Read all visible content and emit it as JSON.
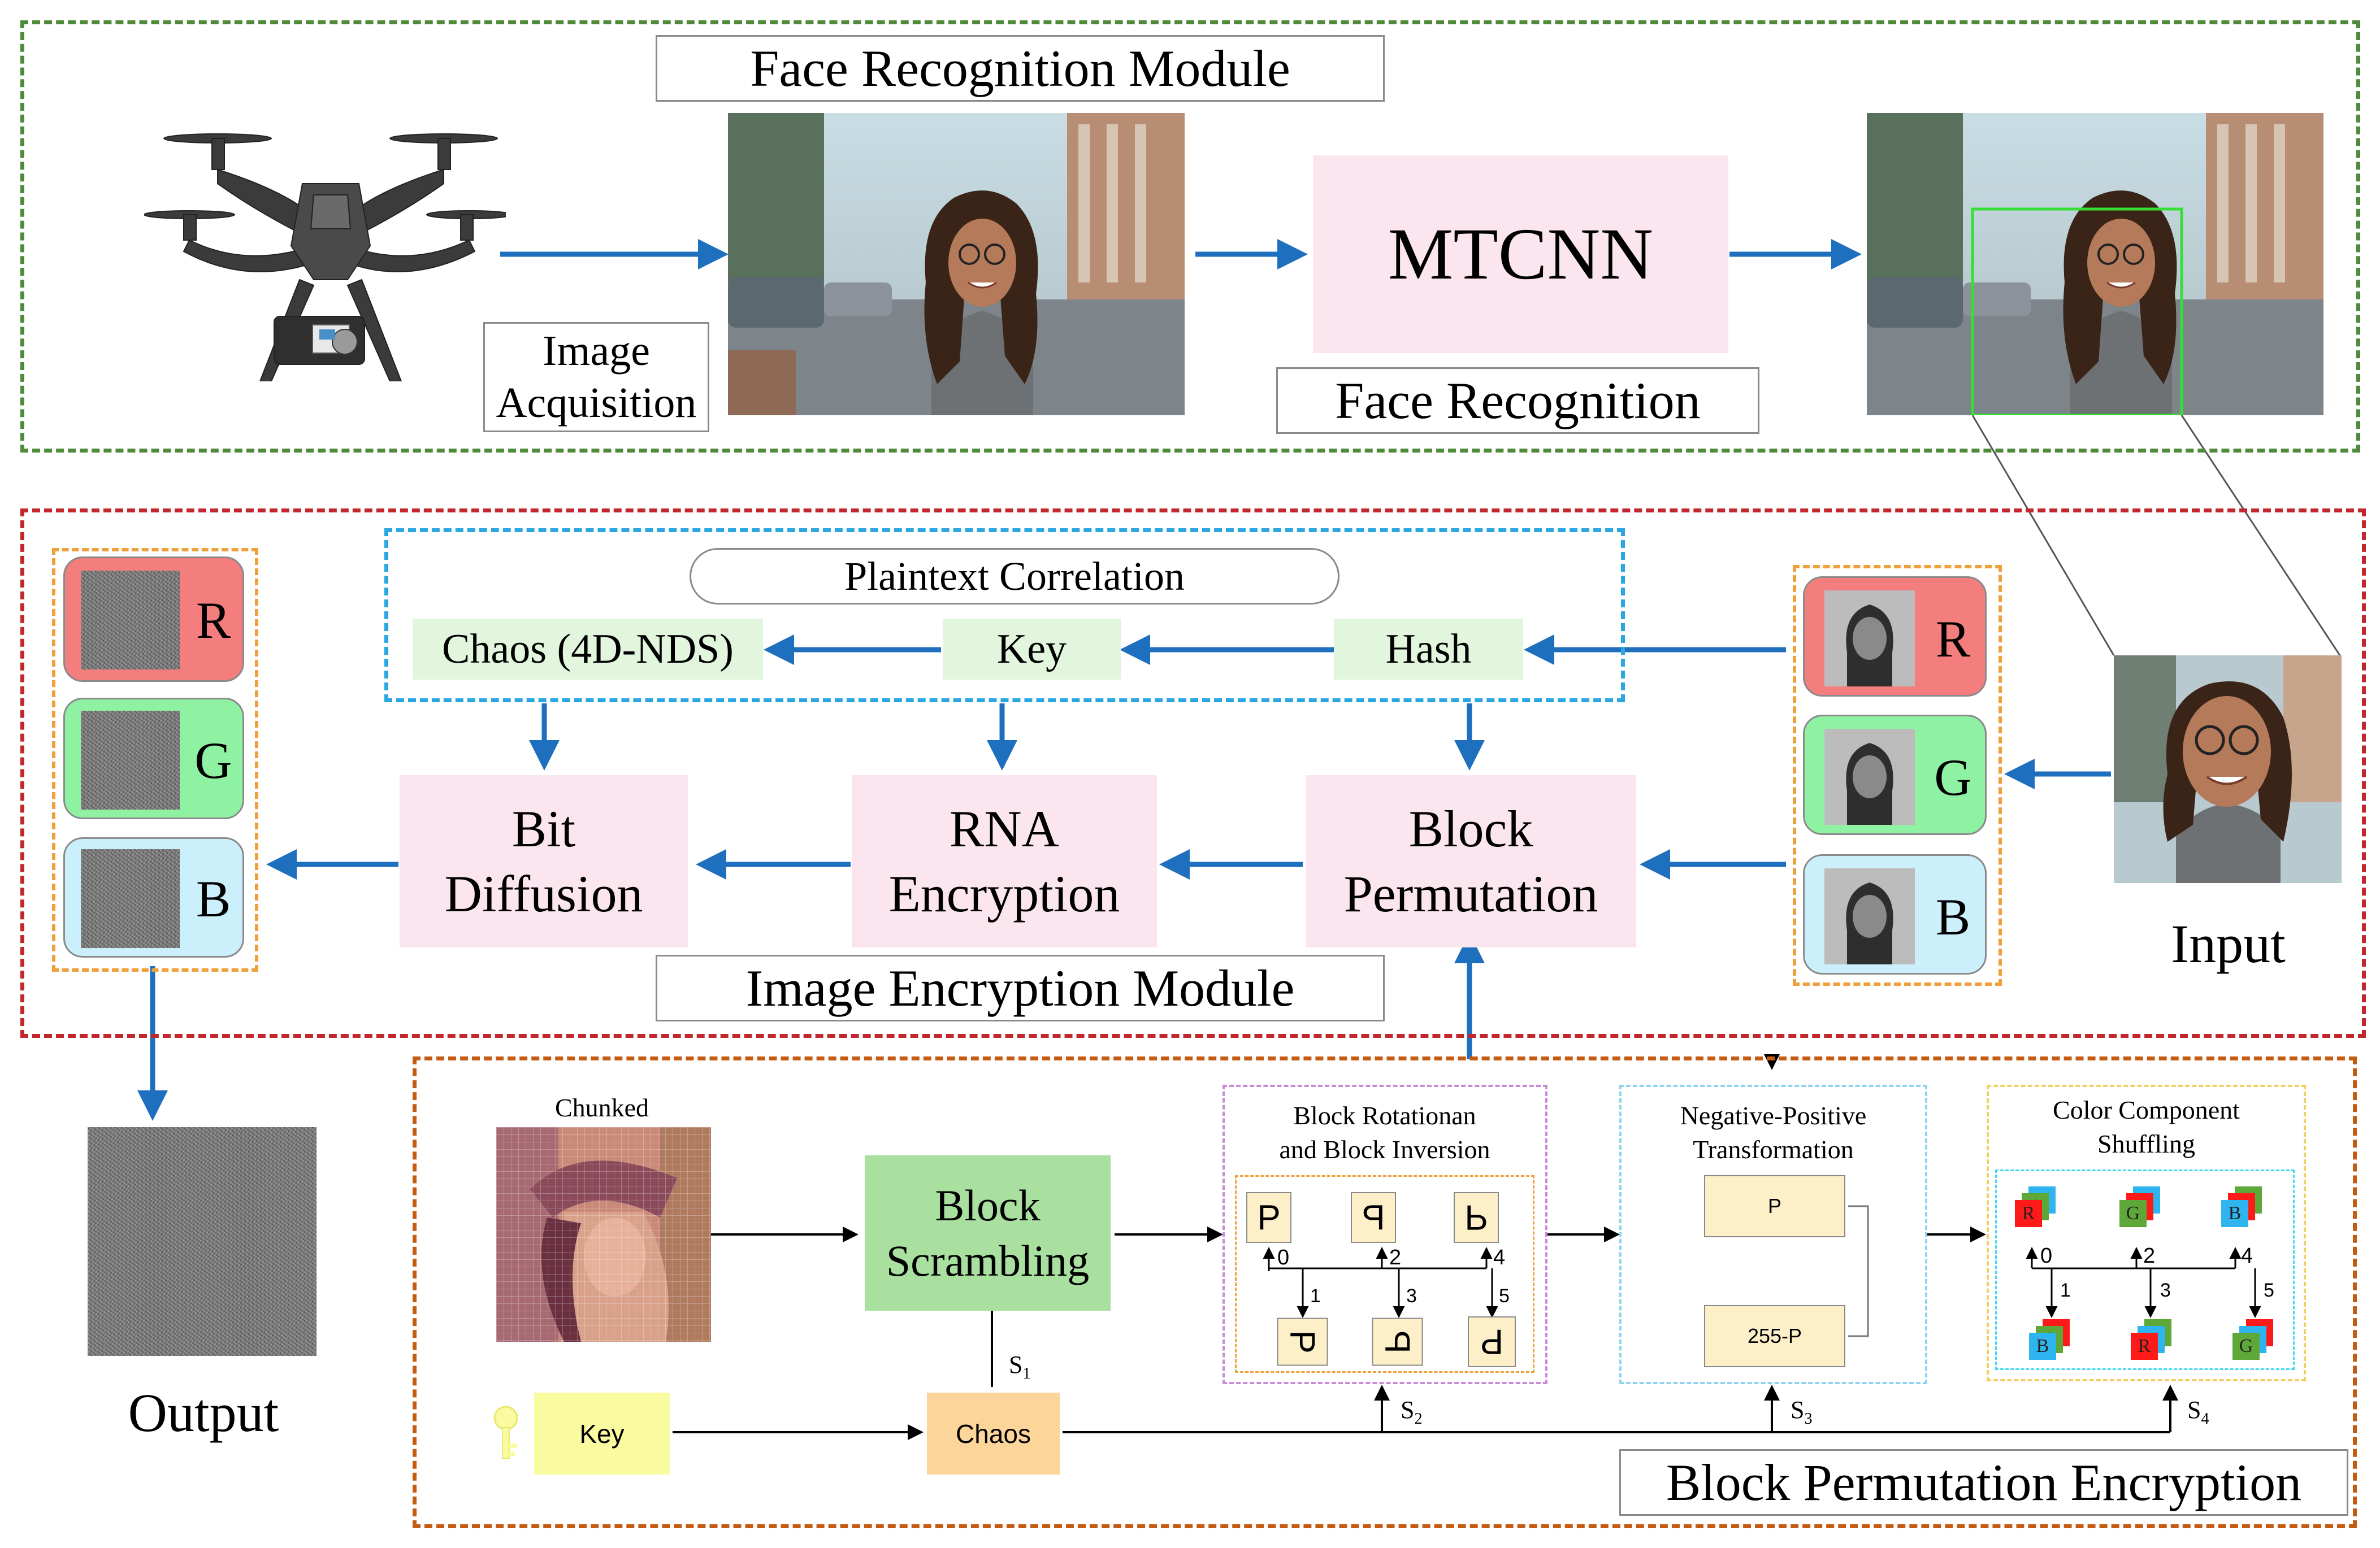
{
  "face_module": {
    "title": "Face Recognition Module",
    "image_acquisition_label_line1": "Image",
    "image_acquisition_label_line2": "Acquisition",
    "mtcnn_label": "MTCNN",
    "face_recognition_label": "Face Recognition"
  },
  "encryption_module": {
    "title": "Image Encryption Module",
    "plaintext_correlation": "Plaintext Correlation",
    "chaos_label": "Chaos (4D-NDS)",
    "key_label": "Key",
    "hash_label": "Hash",
    "bit_diffusion_line1": "Bit",
    "bit_diffusion_line2": "Diffusion",
    "rna_line1": "RNA",
    "rna_line2": "Encryption",
    "block_perm_line1": "Block",
    "block_perm_line2": "Permutation",
    "channels": [
      "R",
      "G",
      "B"
    ],
    "input_label": "Input",
    "output_label": "Output"
  },
  "block_perm_encryption": {
    "title": "Block Permutation Encryption",
    "chunked_label": "Chunked",
    "block_scrambling_line1": "Block",
    "block_scrambling_line2": "Scrambling",
    "key_label": "Key",
    "chaos_label": "Chaos",
    "rotation_title_line1": "Block Rotationan",
    "rotation_title_line2": "and Block Inversion",
    "rotation_top_glyphs": [
      "P",
      "P",
      "P"
    ],
    "rotation_bottom_glyphs": [
      "P",
      "P",
      "P"
    ],
    "rotation_top_numbers": [
      "0",
      "2",
      "4"
    ],
    "rotation_bottom_numbers": [
      "1",
      "3",
      "5"
    ],
    "negpos_title_line1": "Negative-Positive",
    "negpos_title_line2": "Transformation",
    "negpos_p": "P",
    "negpos_255p": "255-P",
    "color_title_line1": "Color Component",
    "color_title_line2": "Shuffling",
    "color_top_numbers": [
      "0",
      "2",
      "4"
    ],
    "color_bottom_numbers": [
      "1",
      "3",
      "5"
    ],
    "color_letters": [
      "R",
      "G",
      "B"
    ],
    "s_labels": [
      "S",
      "S",
      "S",
      "S"
    ],
    "s_subscripts": [
      "1",
      "2",
      "3",
      "4"
    ]
  },
  "colors": {
    "arrow_blue": "#1f6fbf",
    "green_dash": "#4e8a3a",
    "red_dash": "#c1272d",
    "brown_dash": "#c55a11",
    "blue_dash": "#2aa7e0",
    "orange_dash": "#f0a03a",
    "pink_box": "#fbe5ee",
    "light_green_box": "#e2f5dd",
    "channel_r": "#f47d7d",
    "channel_g": "#8ff2a3",
    "channel_b": "#ccf0fb",
    "key_yellow": "#fafaa0",
    "chaos_orange": "#fcd59a",
    "scrambling_green": "#a9e0a0"
  },
  "icons": [
    "drone-icon",
    "key-icon"
  ]
}
